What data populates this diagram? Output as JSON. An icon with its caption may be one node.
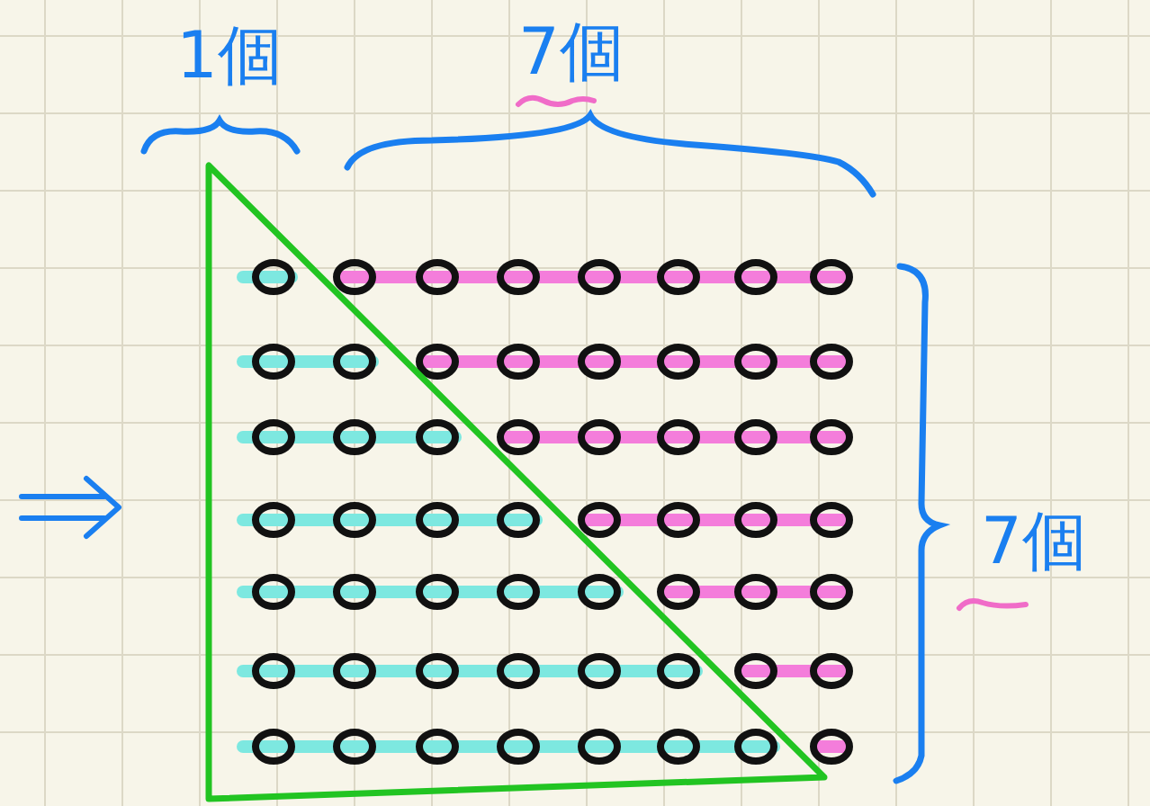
{
  "diagram": {
    "labels": [
      "1個",
      "7個",
      "7個"
    ]
  }
}
